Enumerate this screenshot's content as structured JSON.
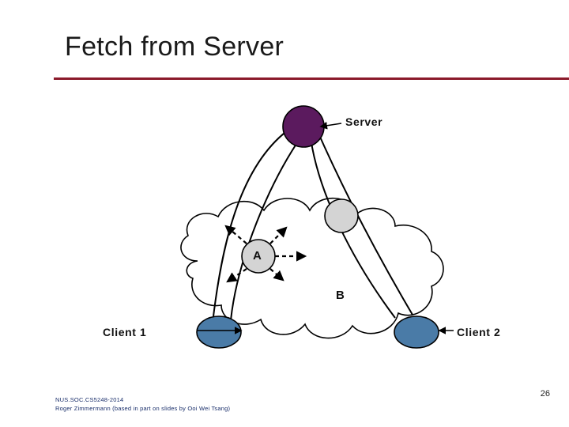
{
  "slide": {
    "title": "Fetch from Server",
    "accent_color": "#8b1a2b",
    "page_number": "26",
    "footer": {
      "line1": "NUS.SOC.CS5248-2014",
      "line2": "Roger Zimmermann (based in part on slides by Ooi Wei Tsang)"
    }
  },
  "diagram": {
    "labels": {
      "server": "Server",
      "client1": "Client 1",
      "client2": "Client 2"
    },
    "nodes": {
      "server_color": "#5b1a5e",
      "client_color": "#4a7ba7",
      "peer_color": "#d4d4d4",
      "peer_a": "A",
      "peer_b": "B"
    }
  }
}
